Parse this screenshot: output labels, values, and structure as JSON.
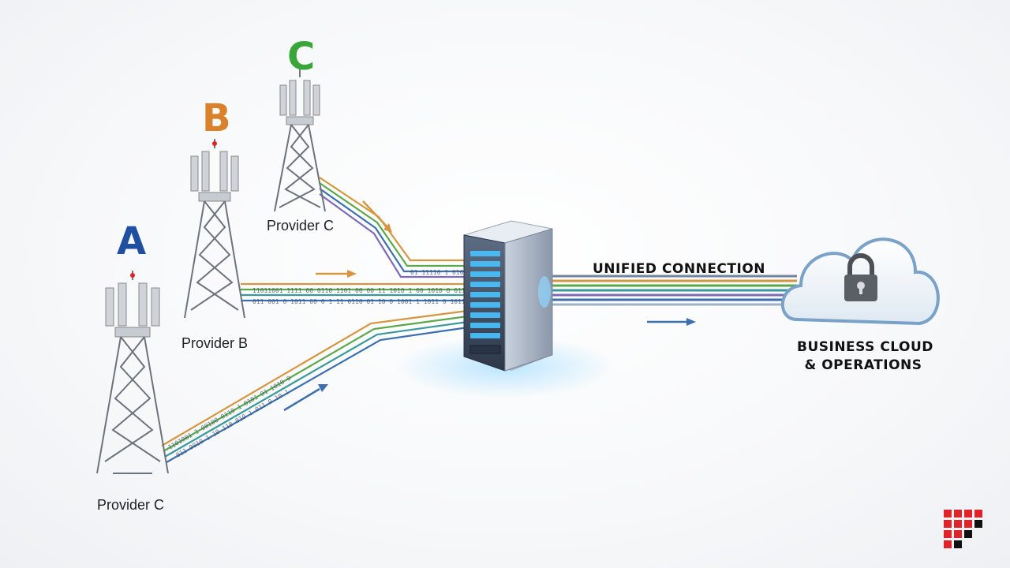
{
  "towers": [
    {
      "letter": "A",
      "label": "Provider C",
      "letter_color": "#1e4fa0"
    },
    {
      "letter": "B",
      "label": "Provider B",
      "letter_color": "#d9822b"
    },
    {
      "letter": "C",
      "label": "Provider C",
      "letter_color": "#3aa63a"
    }
  ],
  "unified_label": "UNIFIED CONNECTION",
  "destination": {
    "line1": "BUSINESS CLOUD",
    "line2": "& OPERATIONS"
  },
  "stream_colors": {
    "orange": "#d59640",
    "green": "#5aa84a",
    "blue": "#3c6fb0",
    "purple": "#7e6bb5",
    "teal": "#3a9a9a"
  },
  "icons": {
    "cloud": "cloud-icon",
    "lock": "lock-icon",
    "server": "server-icon",
    "logo": "grid-logo-icon"
  },
  "logo_color": "#e0232a"
}
